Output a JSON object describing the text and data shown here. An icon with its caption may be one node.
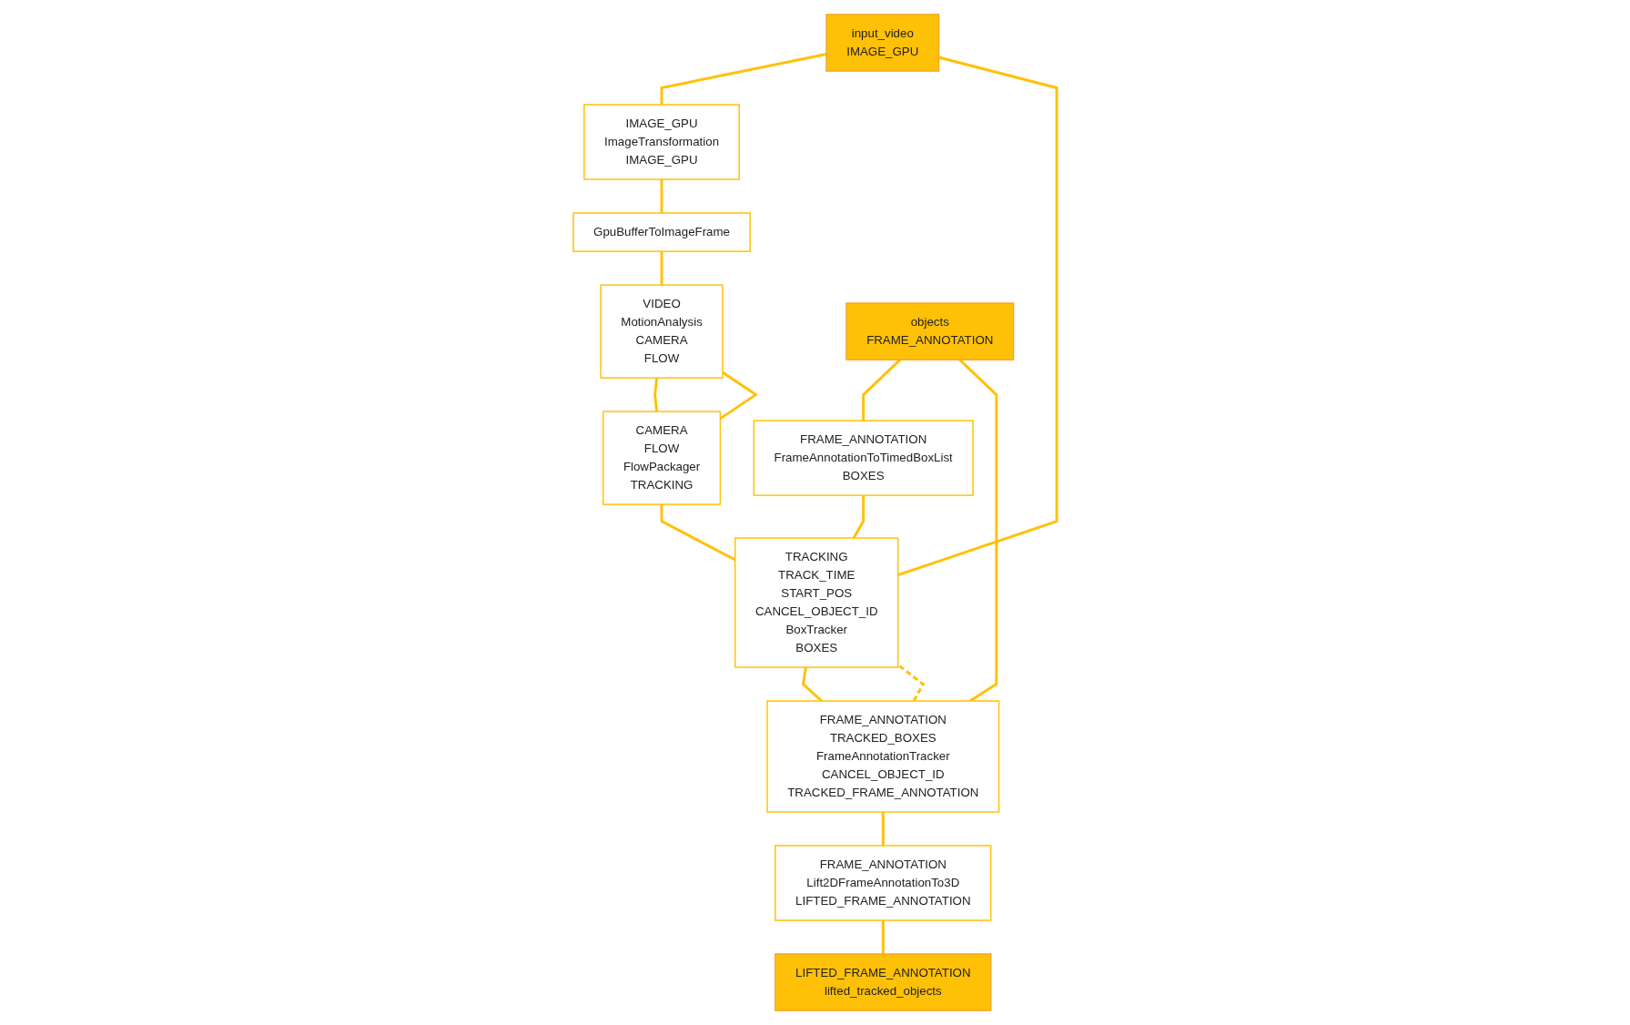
{
  "diagram": {
    "nodes": [
      {
        "text": [
          "input_video",
          "IMAGE_GPU"
        ]
      },
      {
        "text": [
          "IMAGE_GPU",
          "ImageTransformation",
          "IMAGE_GPU"
        ]
      },
      {
        "text": [
          "GpuBufferToImageFrame"
        ]
      },
      {
        "text": [
          "VIDEO",
          "MotionAnalysis",
          "CAMERA",
          "FLOW"
        ]
      },
      {
        "text": [
          "CAMERA",
          "FLOW",
          "FlowPackager",
          "TRACKING"
        ]
      },
      {
        "text": [
          "objects",
          "FRAME_ANNOTATION"
        ]
      },
      {
        "text": [
          "FRAME_ANNOTATION",
          "FrameAnnotationToTimedBoxList",
          "BOXES"
        ]
      },
      {
        "text": [
          "FRAME_ANNOTATION",
          "TRACKED_BOXES",
          "FrameAnnotationTracker",
          "CANCEL_OBJECT_ID",
          "TRACKED_FRAME_ANNOTATION"
        ]
      },
      {
        "text": [
          "TRACKING",
          "TRACK_TIME",
          "START_POS",
          "CANCEL_OBJECT_ID",
          "BoxTracker",
          "BOXES"
        ]
      },
      {
        "text": [
          "FRAME_ANNOTATION",
          "Lift2DFrameAnnotationTo3D",
          "LIFTED_FRAME_ANNOTATION"
        ]
      },
      {
        "text": [
          "LIFTED_FRAME_ANNOTATION",
          "lifted_tracked_objects"
        ]
      }
    ],
    "edges": [
      {
        "from": 0,
        "to": 1,
        "arrow": "none"
      },
      {
        "from": 0,
        "to": 8,
        "arrow": "none"
      },
      {
        "from": 1,
        "to": 2,
        "arrow": "none"
      },
      {
        "from": 2,
        "to": 3,
        "arrow": "none"
      },
      {
        "from": 3,
        "to": 4,
        "arrow": "none"
      },
      {
        "from": 3,
        "to": 4,
        "arrow": "none"
      },
      {
        "from": 4,
        "to": 8,
        "arrow": "none"
      },
      {
        "from": 5,
        "to": 6,
        "arrow": "none"
      },
      {
        "from": 5,
        "to": 7,
        "arrow": "none"
      },
      {
        "from": 6,
        "to": 8,
        "arrow": "none"
      },
      {
        "from": 7,
        "to": 8,
        "arrow": "none",
        "style": "dashed"
      },
      {
        "from": 7,
        "to": 9,
        "arrow": "none"
      },
      {
        "from": 8,
        "to": 7,
        "arrow": "none"
      },
      {
        "from": 9,
        "to": 10,
        "arrow": "none"
      }
    ]
  }
}
